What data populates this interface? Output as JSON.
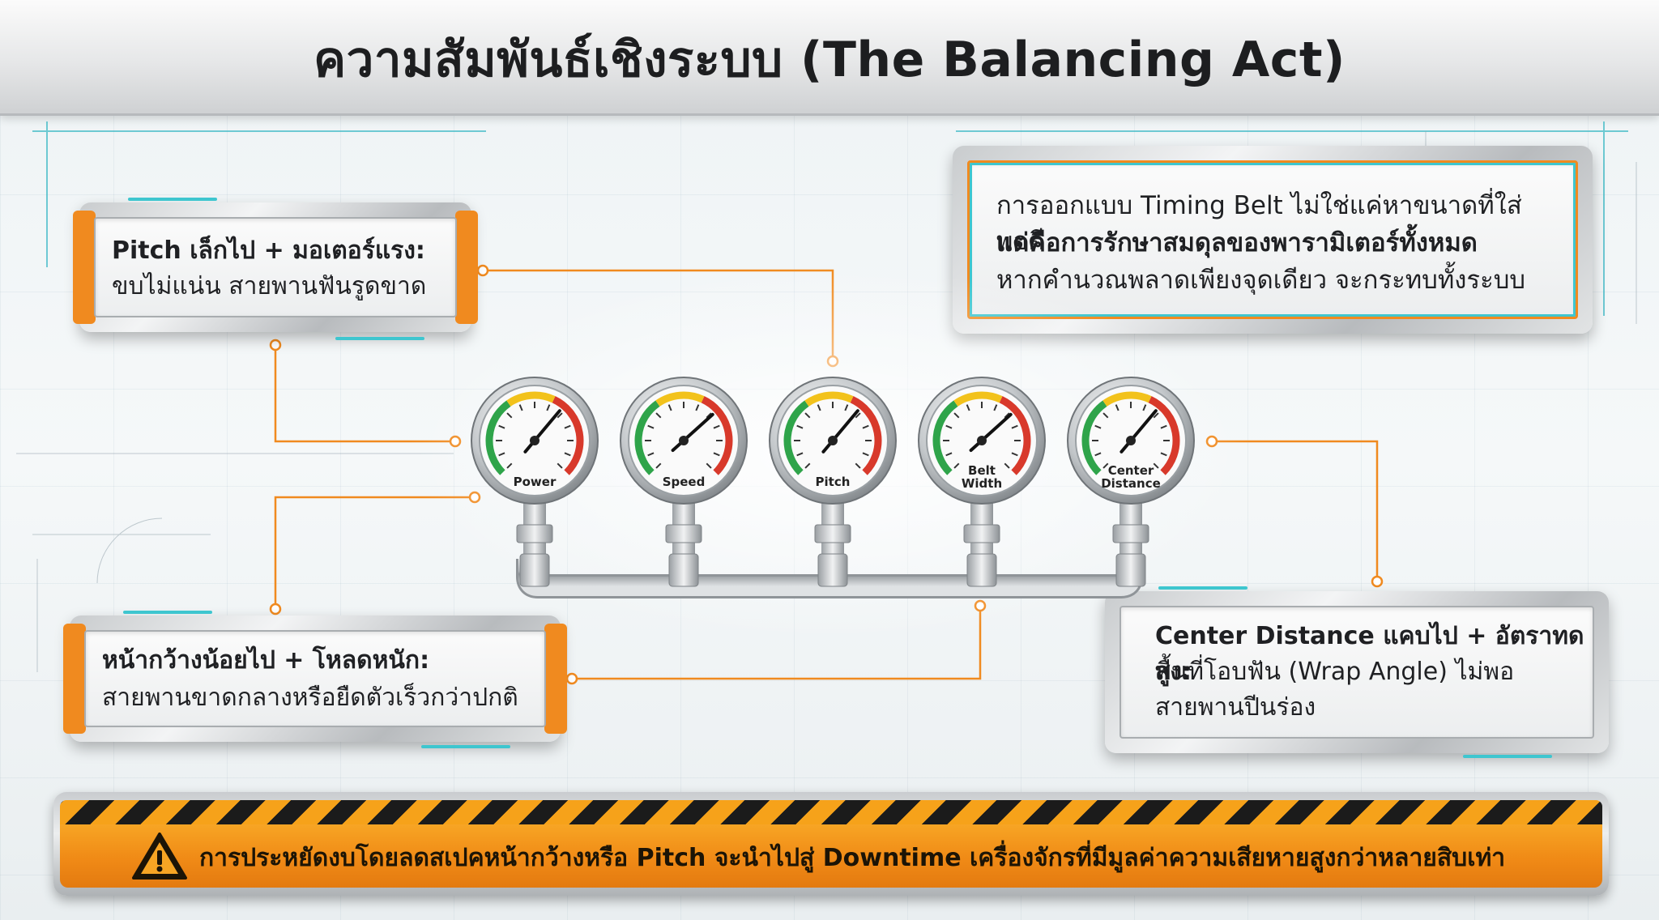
{
  "title": "ความสัมพันธ์เชิงระบบ (The Balancing Act)",
  "panels": {
    "top_left": {
      "line1": "Pitch เล็กไป + มอเตอร์แรง:",
      "line2": "ขบไม่แน่น สายพานฟันรูดขาด"
    },
    "top_right": {
      "line1": "การออกแบบ Timing Belt ไม่ใช่แค่หาขนาดที่ใส่พอดี",
      "line2": "แต่คือการรักษาสมดุลของพารามิเตอร์ทั้งหมด",
      "line3": "หากคำนวณพลาดเพียงจุดเดียว จะกระทบทั้งระบบ"
    },
    "bottom_left": {
      "line1": "หน้ากว้างน้อยไป + โหลดหนัก:",
      "line2": "สายพานขาดกลางหรือยืดตัวเร็วกว่าปกติ"
    },
    "bottom_right": {
      "line1": "Center Distance แคบไป + อัตราทดสูง:",
      "line2": "พื้นที่โอบฟัน (Wrap Angle) ไม่พอ",
      "line3": "สายพานปีนร่อง"
    }
  },
  "gauges": [
    {
      "label1": "Power",
      "label2": ""
    },
    {
      "label1": "Speed",
      "label2": ""
    },
    {
      "label1": "Pitch",
      "label2": ""
    },
    {
      "label1": "Belt",
      "label2": "Width"
    },
    {
      "label1": "Center",
      "label2": "Distance"
    }
  ],
  "warning": {
    "text": "การประหยัดงบโดยลดสเปคหน้ากว้างหรือ Pitch จะนำไปสู่ Downtime เครื่องจักรที่มีมูลค่าความเสียหายสูงกว่าหลายสิบเท่า"
  },
  "colors": {
    "accent_orange": "#f08a1f",
    "accent_cyan": "#3ec6cf",
    "hazard_black": "#1b1b1b",
    "warning_orange": "#f08a16"
  }
}
